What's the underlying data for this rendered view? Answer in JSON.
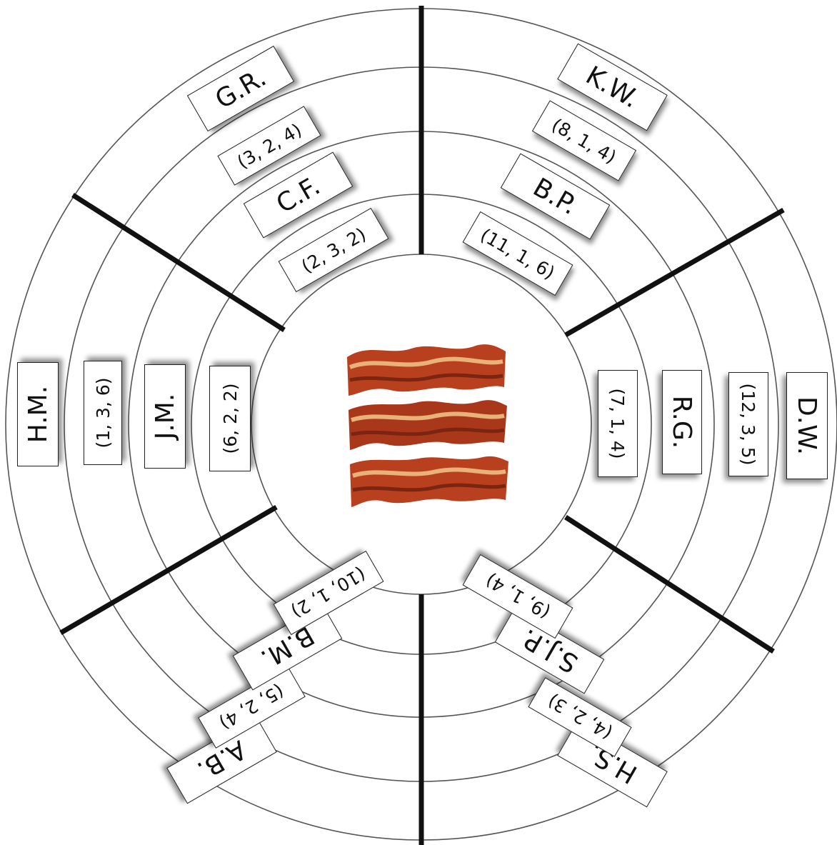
{
  "wheel": {
    "center_image": "bacon-strips",
    "segments": [
      {
        "id": "top-left",
        "outer_label": "G.R.",
        "tuples": [
          "(3, 2, 4)",
          "(2, 3, 2)"
        ],
        "inner_label": "C.F."
      },
      {
        "id": "top-right",
        "outer_label": "K.W.",
        "tuples": [
          "(8, 1, 4)",
          "(11, 1, 6)"
        ],
        "inner_label": "B.P."
      },
      {
        "id": "right",
        "outer_label": "D.W.",
        "tuples": [
          "(12, 3, 5)",
          "(7, 1, 4)"
        ],
        "inner_label": "R.G."
      },
      {
        "id": "bottom-right",
        "outer_label": "H.S.",
        "tuples": [
          "(4, 2, 3)",
          "(9, 1, 4)"
        ],
        "inner_label": "S.J.P."
      },
      {
        "id": "bottom-left",
        "outer_label": "A.B.",
        "tuples": [
          "(5, 2, 4)",
          "(10, 1, 2)"
        ],
        "inner_label": "B.M."
      },
      {
        "id": "left",
        "outer_label": "H.M.",
        "tuples": [
          "(1, 3, 6)",
          "(6, 2, 2)"
        ],
        "inner_label": "J.M."
      }
    ]
  },
  "colors": {
    "bacon_dark": "#7a2412",
    "bacon_red": "#b8401f",
    "bacon_fat": "#e9b27a"
  }
}
